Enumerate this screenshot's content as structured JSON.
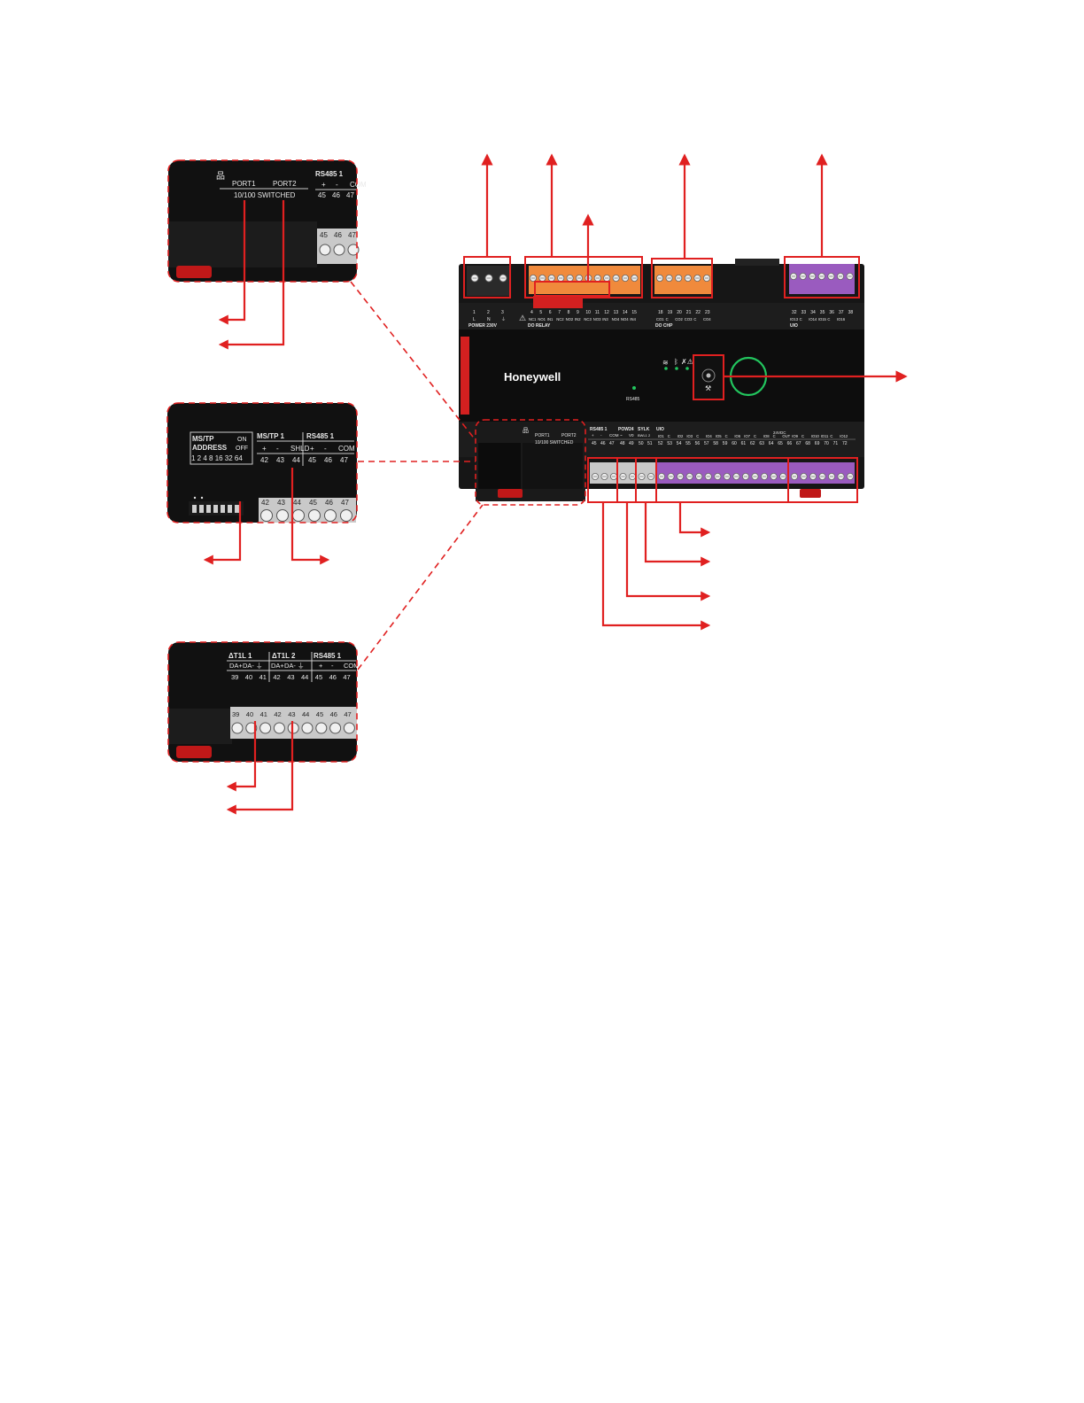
{
  "brand": "Honeywell",
  "main_device": {
    "top_terminals": {
      "power": {
        "numbers": [
          "1",
          "2",
          "3"
        ],
        "symbols": [
          "L",
          "N",
          "⏚"
        ],
        "title": "POWER 230V"
      },
      "do_relay": {
        "numbers": [
          "4",
          "5",
          "6",
          "7",
          "8",
          "9",
          "10",
          "11",
          "12",
          "13",
          "14",
          "15"
        ],
        "labels": [
          "NC1",
          "NO1",
          "IN1",
          "NC2",
          "NO2",
          "IN2",
          "NC3",
          "NO3",
          "IN3",
          "NO4",
          "NO4",
          "IN4"
        ],
        "title": "DO RELAY"
      },
      "do_chp": {
        "numbers": [
          "18",
          "19",
          "20",
          "21",
          "22",
          "23"
        ],
        "labels": [
          "CO1",
          "C",
          "CO2",
          "CO3",
          "C",
          "CO4"
        ],
        "title": "DO CHP"
      },
      "uio": {
        "numbers": [
          "32",
          "33",
          "34",
          "35",
          "36",
          "37",
          "38"
        ],
        "labels": [
          "IO13",
          "C",
          "IO14",
          "IO15",
          "C",
          "IO16",
          ""
        ],
        "title": "UIO"
      }
    },
    "center": {
      "rs485_label": "RS485"
    },
    "bottom_terminals": {
      "ethernet": {
        "port1": "PORT1",
        "port2": "PORT2",
        "switched": "10/100 SWITCHED"
      },
      "rs485_1": {
        "title": "RS485 1",
        "pins": [
          "+",
          "-",
          "COM"
        ],
        "numbers": [
          "45",
          "46",
          "47"
        ]
      },
      "pow24": {
        "title": "POW24",
        "pins": [
          "~",
          "V0"
        ],
        "numbers": [
          "48",
          "49"
        ]
      },
      "sylk": {
        "title": "SYLK",
        "pins": [
          "BWL1",
          "2"
        ],
        "numbers": [
          "50",
          "51"
        ]
      },
      "uio": {
        "title": "UIO",
        "sub_label": "24VDC",
        "labels": [
          "IO1",
          "C",
          "IO2",
          "IO3",
          "C",
          "IO4",
          "IO5",
          "C",
          "IO6",
          "IO7",
          "C",
          "IO8",
          "C",
          "OUT",
          "IO9",
          "C",
          "IO10",
          "IO11",
          "C",
          "IO12"
        ],
        "numbers": [
          "52",
          "53",
          "54",
          "55",
          "56",
          "57",
          "58",
          "59",
          "60",
          "61",
          "62",
          "63",
          "64",
          "65",
          "66",
          "67",
          "68",
          "69",
          "70",
          "71",
          "72"
        ]
      }
    }
  },
  "inset_ethernet": {
    "port1": "PORT1",
    "port2": "PORT2",
    "switched": "10/100 SWITCHED",
    "rs485_title": "RS485 1",
    "rs485_pins": [
      "+",
      "-",
      "COM"
    ],
    "rs485_numbers": [
      "45",
      "46",
      "47"
    ],
    "terminal_numbers": [
      "45",
      "46",
      "47"
    ]
  },
  "inset_mstp": {
    "address_title_1": "MS/TP",
    "address_title_2": "ADDRESS",
    "on": "ON",
    "off": "OFF",
    "switch_values": "1 2 4 8 16 32 64",
    "mstp_title": "MS/TP 1",
    "mstp_pins": [
      "+",
      "-",
      "SHLD"
    ],
    "mstp_numbers": [
      "42",
      "43",
      "44"
    ],
    "rs485_title": "RS485 1",
    "rs485_pins": [
      "+",
      "-",
      "COM"
    ],
    "rs485_numbers": [
      "45",
      "46",
      "47"
    ],
    "terminal_numbers": [
      "42",
      "43",
      "44",
      "45",
      "46",
      "47"
    ]
  },
  "inset_at1l": {
    "at1l1_title": "ΔT1L 1",
    "at1l1_pins": [
      "DA+",
      "DA-",
      "⏚"
    ],
    "at1l1_numbers": [
      "39",
      "40",
      "41"
    ],
    "at1l2_title": "ΔT1L 2",
    "at1l2_pins": [
      "DA+",
      "DA-",
      "⏚"
    ],
    "at1l2_numbers": [
      "42",
      "43",
      "44"
    ],
    "rs485_title": "RS485 1",
    "rs485_pins": [
      "+",
      "-",
      "COM"
    ],
    "rs485_numbers": [
      "45",
      "46",
      "47"
    ],
    "terminal_numbers": [
      "39",
      "40",
      "41",
      "42",
      "43",
      "44",
      "45",
      "46",
      "47"
    ]
  },
  "colors": {
    "callout_red": "#e02020",
    "terminal_orange": "#f08a3c",
    "terminal_purple": "#9a5bbf",
    "terminal_gray": "#c9c9c9",
    "housing": "#161616",
    "status_green": "#22c55e"
  }
}
